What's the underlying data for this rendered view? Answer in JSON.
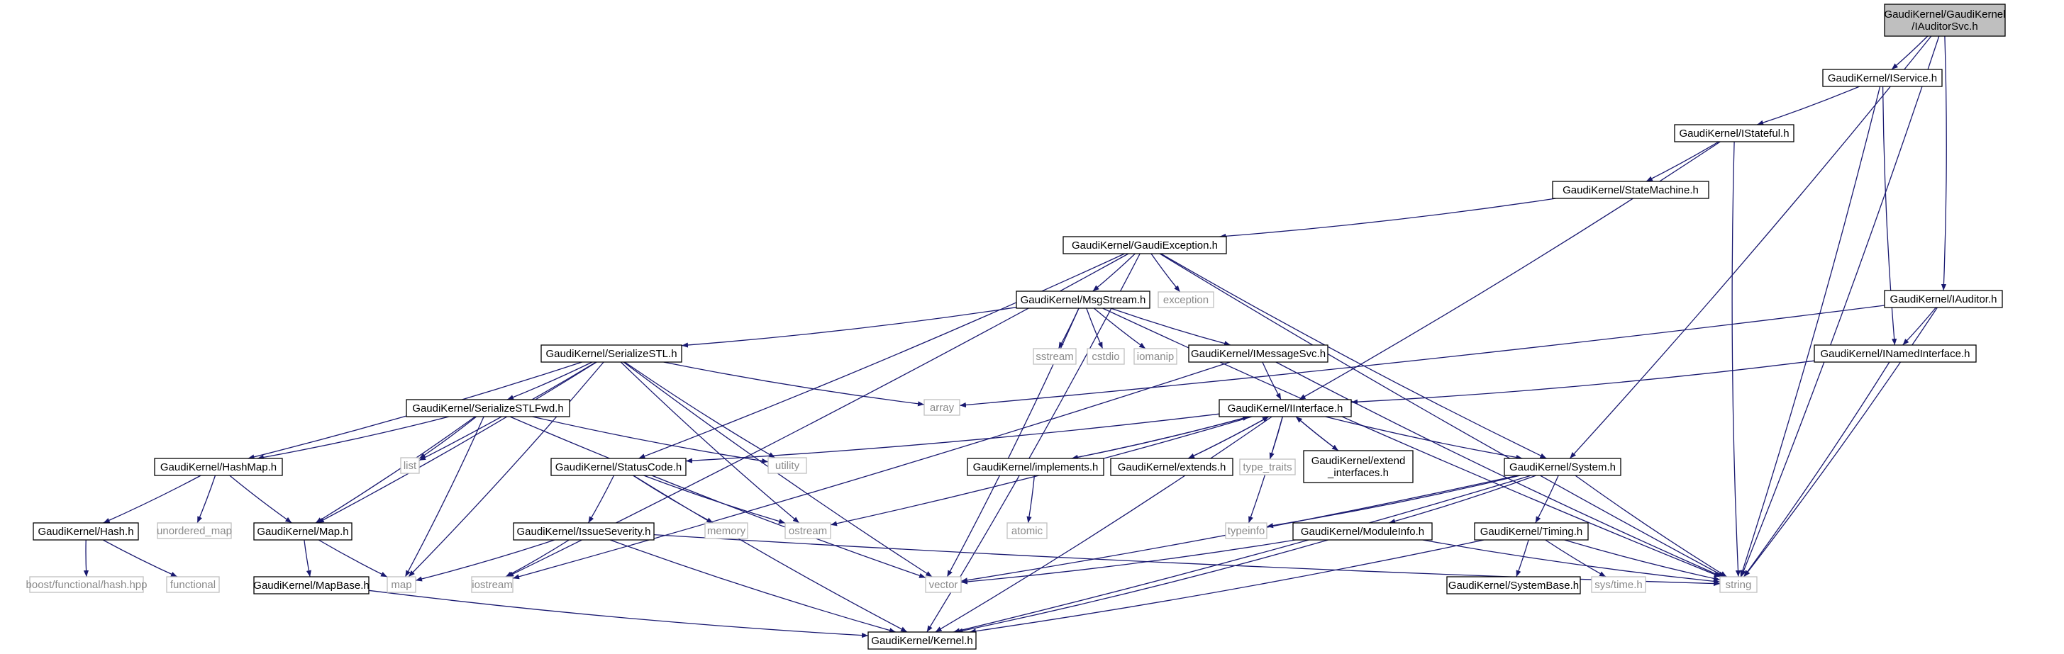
{
  "colors": {
    "edge": "#191970",
    "node_border": "#000000",
    "node_fill": "#ffffff",
    "focus_fill": "#bfbfbf",
    "external_border": "#bfbfbf",
    "external_text": "#8a8a8a"
  },
  "nodes": [
    {
      "id": "iauditorsvc",
      "label": [
        "GaudiKernel/GaudiKernel",
        "/IAuditorSvc.h"
      ],
      "kind": "focus"
    },
    {
      "id": "iservice",
      "label": [
        "GaudiKernel/IService.h"
      ],
      "kind": "internal"
    },
    {
      "id": "istateful",
      "label": [
        "GaudiKernel/IStateful.h"
      ],
      "kind": "internal"
    },
    {
      "id": "statemachine",
      "label": [
        "GaudiKernel/StateMachine.h"
      ],
      "kind": "internal"
    },
    {
      "id": "gaudiexception",
      "label": [
        "GaudiKernel/GaudiException.h"
      ],
      "kind": "internal"
    },
    {
      "id": "iauditor",
      "label": [
        "GaudiKernel/IAuditor.h"
      ],
      "kind": "internal"
    },
    {
      "id": "msgstream",
      "label": [
        "GaudiKernel/MsgStream.h"
      ],
      "kind": "internal"
    },
    {
      "id": "exception",
      "label": [
        "exception"
      ],
      "kind": "external"
    },
    {
      "id": "inamedinterface",
      "label": [
        "GaudiKernel/INamedInterface.h"
      ],
      "kind": "internal"
    },
    {
      "id": "serializestl",
      "label": [
        "GaudiKernel/SerializeSTL.h"
      ],
      "kind": "internal"
    },
    {
      "id": "sstream",
      "label": [
        "sstream"
      ],
      "kind": "external"
    },
    {
      "id": "cstdio",
      "label": [
        "cstdio"
      ],
      "kind": "external"
    },
    {
      "id": "iomanip",
      "label": [
        "iomanip"
      ],
      "kind": "external"
    },
    {
      "id": "imessagesvc",
      "label": [
        "GaudiKernel/IMessageSvc.h"
      ],
      "kind": "internal"
    },
    {
      "id": "array",
      "label": [
        "array"
      ],
      "kind": "external"
    },
    {
      "id": "serializestlfwd",
      "label": [
        "GaudiKernel/SerializeSTLFwd.h"
      ],
      "kind": "internal"
    },
    {
      "id": "iinterface",
      "label": [
        "GaudiKernel/IInterface.h"
      ],
      "kind": "internal"
    },
    {
      "id": "list",
      "label": [
        "list"
      ],
      "kind": "external"
    },
    {
      "id": "utility",
      "label": [
        "utility"
      ],
      "kind": "external"
    },
    {
      "id": "hashmap",
      "label": [
        "GaudiKernel/HashMap.h"
      ],
      "kind": "internal"
    },
    {
      "id": "statuscode",
      "label": [
        "GaudiKernel/StatusCode.h"
      ],
      "kind": "internal"
    },
    {
      "id": "implements",
      "label": [
        "GaudiKernel/implements.h"
      ],
      "kind": "internal"
    },
    {
      "id": "extends",
      "label": [
        "GaudiKernel/extends.h"
      ],
      "kind": "internal"
    },
    {
      "id": "type_traits",
      "label": [
        "type_traits"
      ],
      "kind": "external"
    },
    {
      "id": "extend_interfaces",
      "label": [
        "GaudiKernel/extend",
        "_interfaces.h"
      ],
      "kind": "internal"
    },
    {
      "id": "system",
      "label": [
        "GaudiKernel/System.h"
      ],
      "kind": "internal"
    },
    {
      "id": "hash",
      "label": [
        "GaudiKernel/Hash.h"
      ],
      "kind": "internal"
    },
    {
      "id": "unordered_map",
      "label": [
        "unordered_map"
      ],
      "kind": "external"
    },
    {
      "id": "map_h",
      "label": [
        "GaudiKernel/Map.h"
      ],
      "kind": "internal"
    },
    {
      "id": "issueseverity",
      "label": [
        "GaudiKernel/IssueSeverity.h"
      ],
      "kind": "internal"
    },
    {
      "id": "memory",
      "label": [
        "memory"
      ],
      "kind": "external"
    },
    {
      "id": "ostream",
      "label": [
        "ostream"
      ],
      "kind": "external"
    },
    {
      "id": "atomic",
      "label": [
        "atomic"
      ],
      "kind": "external"
    },
    {
      "id": "typeinfo",
      "label": [
        "typeinfo"
      ],
      "kind": "external"
    },
    {
      "id": "moduleinfo",
      "label": [
        "GaudiKernel/ModuleInfo.h"
      ],
      "kind": "internal"
    },
    {
      "id": "timing",
      "label": [
        "GaudiKernel/Timing.h"
      ],
      "kind": "internal"
    },
    {
      "id": "boosthash",
      "label": [
        "boost/functional/hash.hpp"
      ],
      "kind": "external"
    },
    {
      "id": "functional",
      "label": [
        "functional"
      ],
      "kind": "external"
    },
    {
      "id": "mapbase",
      "label": [
        "GaudiKernel/MapBase.h"
      ],
      "kind": "internal"
    },
    {
      "id": "map",
      "label": [
        "map"
      ],
      "kind": "external"
    },
    {
      "id": "iostream",
      "label": [
        "iostream"
      ],
      "kind": "external"
    },
    {
      "id": "vector",
      "label": [
        "vector"
      ],
      "kind": "external"
    },
    {
      "id": "systembase",
      "label": [
        "GaudiKernel/SystemBase.h"
      ],
      "kind": "internal"
    },
    {
      "id": "systime",
      "label": [
        "sys/time.h"
      ],
      "kind": "external"
    },
    {
      "id": "string",
      "label": [
        "string"
      ],
      "kind": "external"
    },
    {
      "id": "kernel",
      "label": [
        "GaudiKernel/Kernel.h"
      ],
      "kind": "internal"
    }
  ],
  "edges": [
    [
      "iauditorsvc",
      "iservice"
    ],
    [
      "iauditorsvc",
      "iauditor"
    ],
    [
      "iauditorsvc",
      "system"
    ],
    [
      "iauditorsvc",
      "string"
    ],
    [
      "iservice",
      "istateful"
    ],
    [
      "iservice",
      "inamedinterface"
    ],
    [
      "iservice",
      "string"
    ],
    [
      "istateful",
      "statemachine"
    ],
    [
      "istateful",
      "iinterface"
    ],
    [
      "istateful",
      "string"
    ],
    [
      "statemachine",
      "gaudiexception"
    ],
    [
      "gaudiexception",
      "msgstream"
    ],
    [
      "gaudiexception",
      "exception"
    ],
    [
      "gaudiexception",
      "system"
    ],
    [
      "gaudiexception",
      "statuscode"
    ],
    [
      "gaudiexception",
      "kernel"
    ],
    [
      "gaudiexception",
      "iostream"
    ],
    [
      "gaudiexception",
      "string"
    ],
    [
      "iauditor",
      "inamedinterface"
    ],
    [
      "iauditor",
      "array"
    ],
    [
      "iauditor",
      "string"
    ],
    [
      "inamedinterface",
      "iinterface"
    ],
    [
      "inamedinterface",
      "string"
    ],
    [
      "msgstream",
      "serializestl"
    ],
    [
      "msgstream",
      "sstream"
    ],
    [
      "msgstream",
      "cstdio"
    ],
    [
      "msgstream",
      "iomanip"
    ],
    [
      "msgstream",
      "imessagesvc"
    ],
    [
      "msgstream",
      "vector"
    ],
    [
      "msgstream",
      "string"
    ],
    [
      "serializestl",
      "serializestlfwd"
    ],
    [
      "serializestl",
      "hashmap"
    ],
    [
      "serializestl",
      "map_h"
    ],
    [
      "serializestl",
      "list"
    ],
    [
      "serializestl",
      "utility"
    ],
    [
      "serializestl",
      "array"
    ],
    [
      "serializestl",
      "ostream"
    ],
    [
      "serializestl",
      "vector"
    ],
    [
      "serializestl",
      "map"
    ],
    [
      "imessagesvc",
      "iinterface"
    ],
    [
      "imessagesvc",
      "iostream"
    ],
    [
      "imessagesvc",
      "string"
    ],
    [
      "serializestlfwd",
      "hashmap"
    ],
    [
      "serializestlfwd",
      "map_h"
    ],
    [
      "serializestlfwd",
      "list"
    ],
    [
      "serializestlfwd",
      "utility"
    ],
    [
      "serializestlfwd",
      "map"
    ],
    [
      "serializestlfwd",
      "vector"
    ],
    [
      "iinterface",
      "statuscode"
    ],
    [
      "iinterface",
      "implements"
    ],
    [
      "iinterface",
      "extends"
    ],
    [
      "iinterface",
      "type_traits"
    ],
    [
      "iinterface",
      "extend_interfaces"
    ],
    [
      "iinterface",
      "system"
    ],
    [
      "iinterface",
      "ostream"
    ],
    [
      "iinterface",
      "typeinfo"
    ],
    [
      "iinterface",
      "kernel"
    ],
    [
      "implements",
      "iinterface"
    ],
    [
      "implements",
      "atomic"
    ],
    [
      "extends",
      "iinterface"
    ],
    [
      "extend_interfaces",
      "iinterface"
    ],
    [
      "hashmap",
      "hash"
    ],
    [
      "hashmap",
      "unordered_map"
    ],
    [
      "hashmap",
      "map_h"
    ],
    [
      "hash",
      "boosthash"
    ],
    [
      "hash",
      "functional"
    ],
    [
      "map_h",
      "mapbase"
    ],
    [
      "map_h",
      "map"
    ],
    [
      "mapbase",
      "kernel"
    ],
    [
      "statuscode",
      "issueseverity"
    ],
    [
      "statuscode",
      "memory"
    ],
    [
      "statuscode",
      "ostream"
    ],
    [
      "statuscode",
      "kernel"
    ],
    [
      "issueseverity",
      "map"
    ],
    [
      "issueseverity",
      "iostream"
    ],
    [
      "issueseverity",
      "kernel"
    ],
    [
      "issueseverity",
      "string"
    ],
    [
      "system",
      "typeinfo"
    ],
    [
      "system",
      "moduleinfo"
    ],
    [
      "system",
      "timing"
    ],
    [
      "system",
      "vector"
    ],
    [
      "system",
      "kernel"
    ],
    [
      "system",
      "string"
    ],
    [
      "moduleinfo",
      "vector"
    ],
    [
      "moduleinfo",
      "kernel"
    ],
    [
      "moduleinfo",
      "string"
    ],
    [
      "timing",
      "systembase"
    ],
    [
      "timing",
      "systime"
    ],
    [
      "timing",
      "kernel"
    ],
    [
      "timing",
      "string"
    ]
  ]
}
